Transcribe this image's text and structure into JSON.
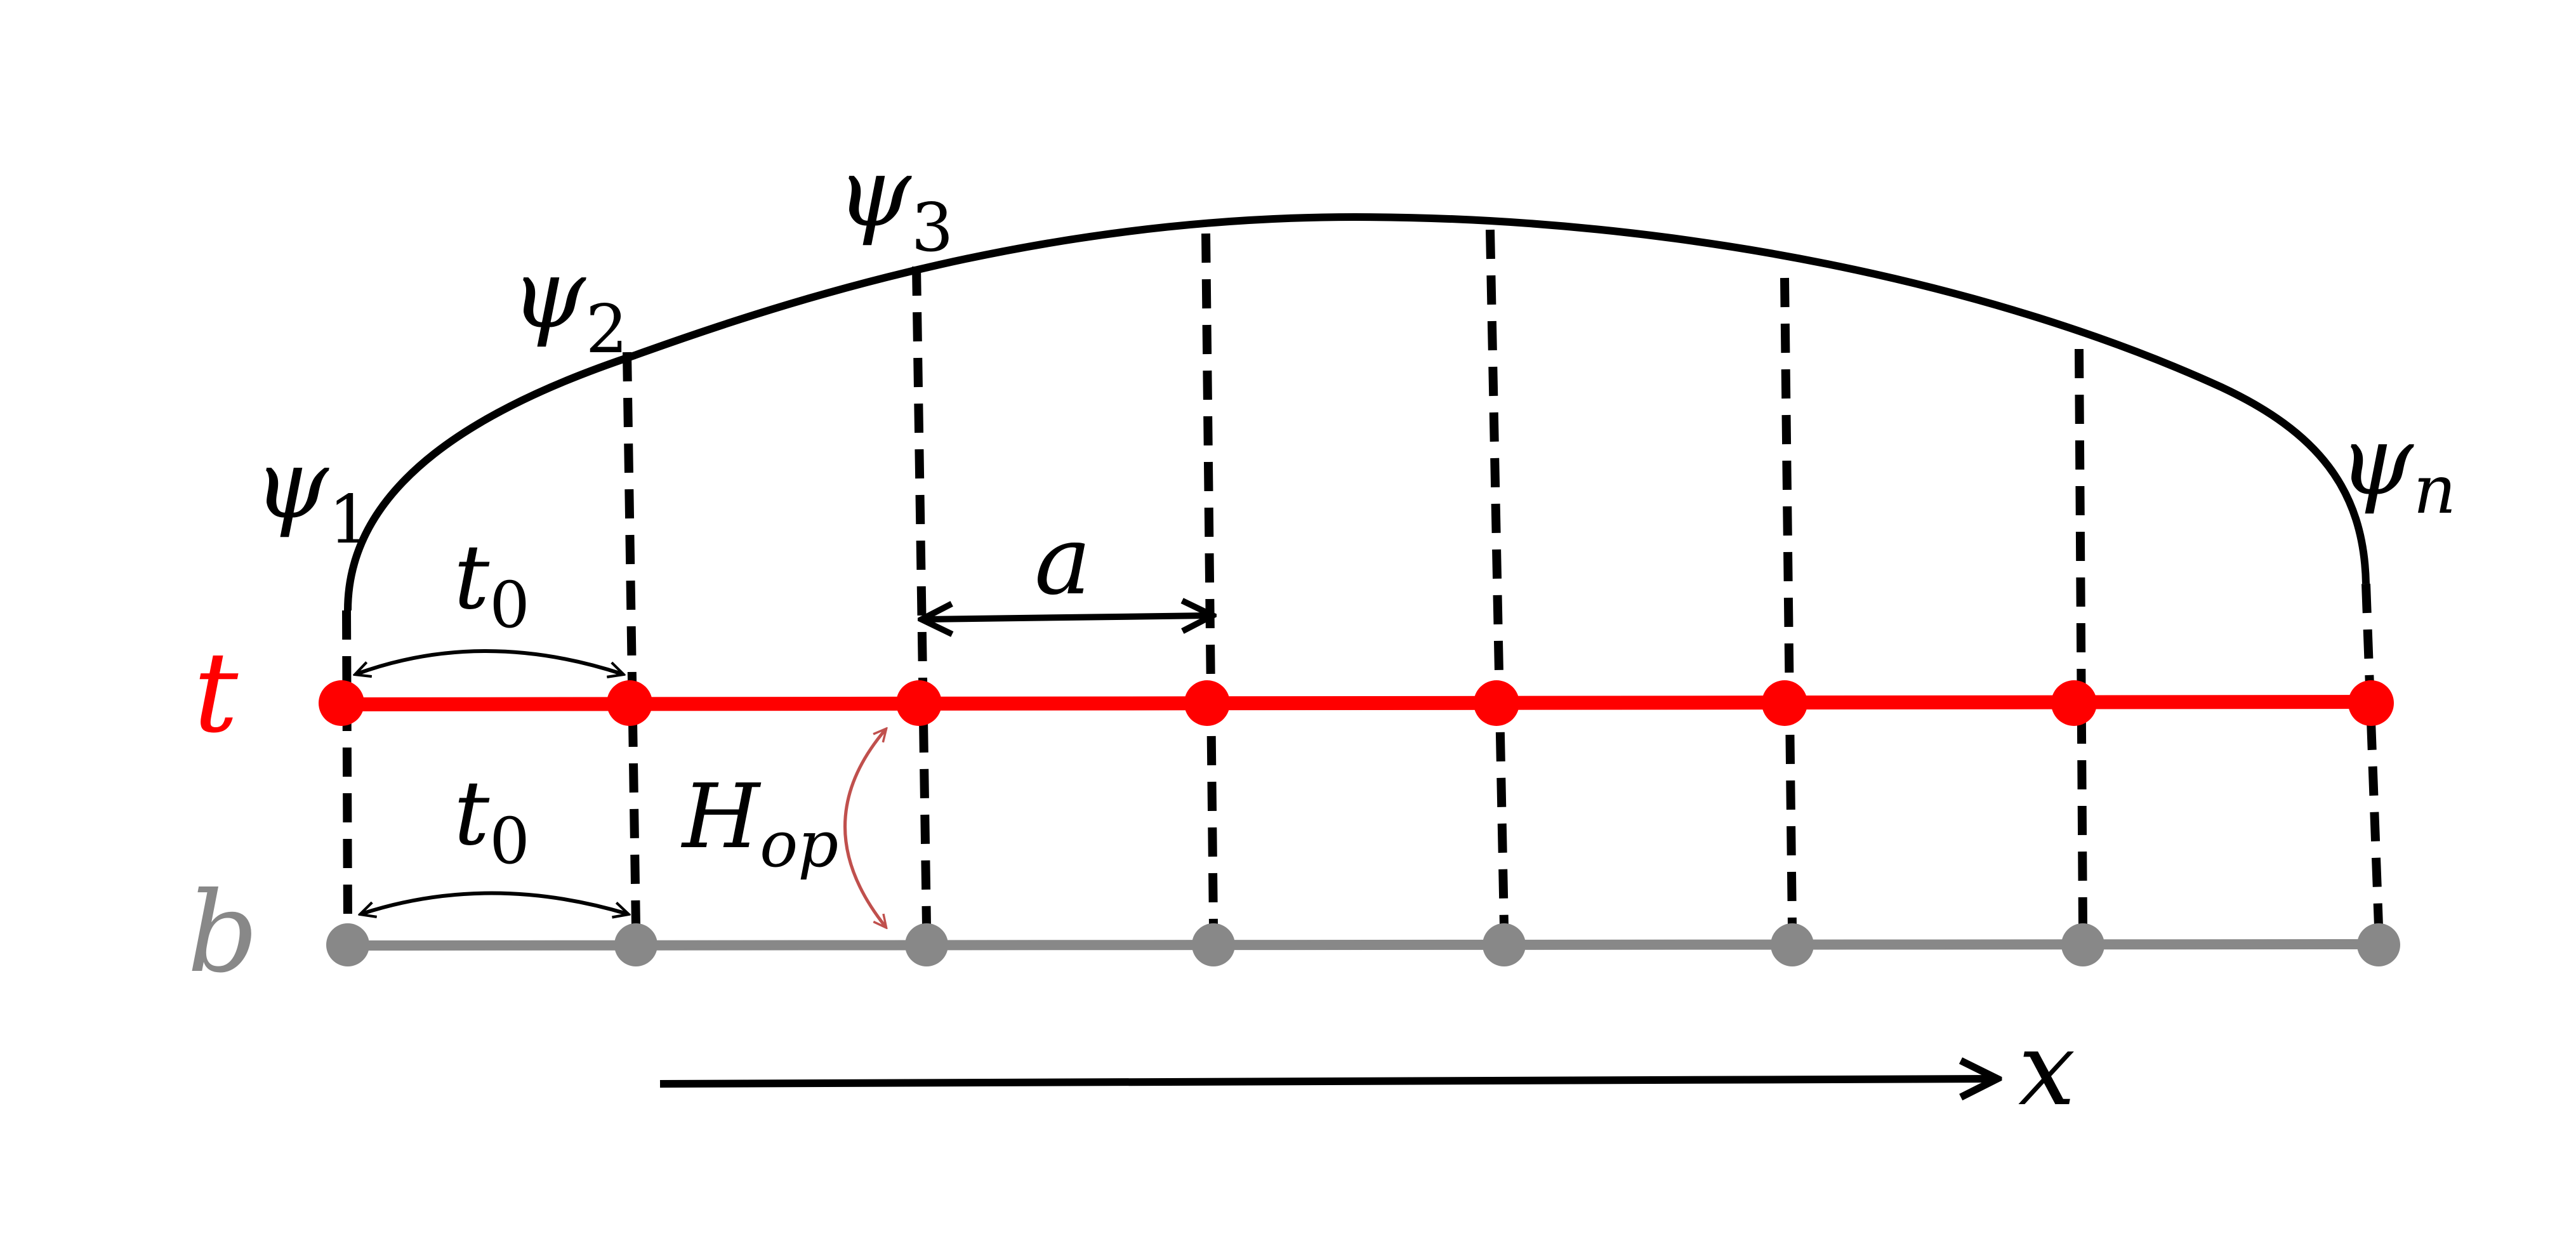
{
  "diagram": {
    "wavefunctions": [
      {
        "symbol": "ψ",
        "subscript": "1"
      },
      {
        "symbol": "ψ",
        "subscript": "2"
      },
      {
        "symbol": "ψ",
        "subscript": "3"
      },
      {
        "symbol": "ψ",
        "subscript": "n"
      }
    ],
    "top_chain": {
      "label": "t",
      "color": "#ff0000"
    },
    "bottom_chain": {
      "label": "b",
      "color": "#888888"
    },
    "hopping_top": {
      "symbol": "t",
      "subscript": "0"
    },
    "hopping_bottom": {
      "symbol": "t",
      "subscript": "0"
    },
    "lattice_spacing": {
      "label": "a"
    },
    "interlayer_hopping": {
      "symbol": "H",
      "subscript": "op",
      "color": "#c0504d"
    },
    "axis": {
      "label": "x"
    },
    "site_count": 8
  }
}
